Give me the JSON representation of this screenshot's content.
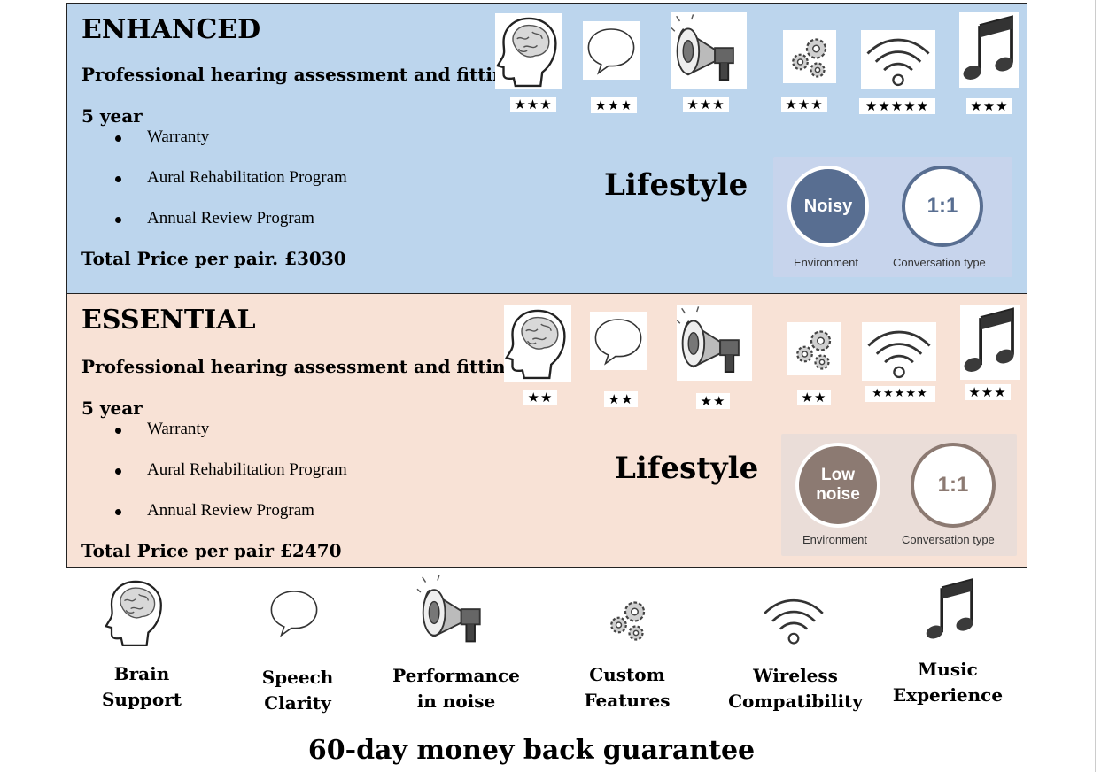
{
  "tiers": [
    {
      "name": "ENHANCED",
      "assessment": "Professional hearing assessment and fitting",
      "warranty_years": "5 year",
      "items": [
        "Warranty",
        "Aural Rehabilitation Program",
        "Annual Review Program"
      ],
      "price": "Total Price per pair. £3030",
      "lifestyle_heading": "Lifestyle",
      "ratings": {
        "brain_support": "★★★",
        "speech_clarity": "★★★",
        "performance_in_noise": "★★★",
        "custom_features": "★★★",
        "wireless_compatibility": "★★★★★",
        "music_experience": "★★★"
      },
      "environment_value": "Noisy",
      "environment_label": "Environment",
      "conversation_value": "1:1",
      "conversation_label": "Conversation type",
      "colors": {
        "panel": "#bcd5ed",
        "badge_fill": "#586e91",
        "badge_ring": "#586e91",
        "box": "#c7d4ec"
      }
    },
    {
      "name": "ESSENTIAL",
      "assessment": "Professional hearing assessment and fitting",
      "warranty_years": "5 year",
      "items": [
        "Warranty",
        "Aural Rehabilitation Program",
        "Annual Review Program"
      ],
      "price": "Total Price per pair £2470",
      "lifestyle_heading": "Lifestyle",
      "ratings": {
        "brain_support": "★★",
        "speech_clarity": "★★",
        "performance_in_noise": "★★",
        "custom_features": "★★",
        "wireless_compatibility": "★★★★★",
        "music_experience": "★★★"
      },
      "environment_value": "Low noise",
      "environment_label": "Environment",
      "conversation_value": "1:1",
      "conversation_label": "Conversation type",
      "colors": {
        "panel": "#f8e2d6",
        "badge_fill": "#8c7a72",
        "badge_ring": "#8c7a72",
        "box": "#eaddd8"
      }
    }
  ],
  "legend": [
    {
      "icon": "brain-head-icon",
      "label_line1": "Brain",
      "label_line2": "Support"
    },
    {
      "icon": "speech-bubble-icon",
      "label_line1": "Speech",
      "label_line2": "Clarity"
    },
    {
      "icon": "megaphone-icon",
      "label_line1": "Performance",
      "label_line2": "in noise"
    },
    {
      "icon": "gears-icon",
      "label_line1": "Custom",
      "label_line2": "Features"
    },
    {
      "icon": "wireless-icon",
      "label_line1": "Wireless",
      "label_line2": "Compatibility"
    },
    {
      "icon": "music-note-icon",
      "label_line1": "Music",
      "label_line2": "Experience"
    }
  ],
  "guarantee": "60-day money back guarantee"
}
